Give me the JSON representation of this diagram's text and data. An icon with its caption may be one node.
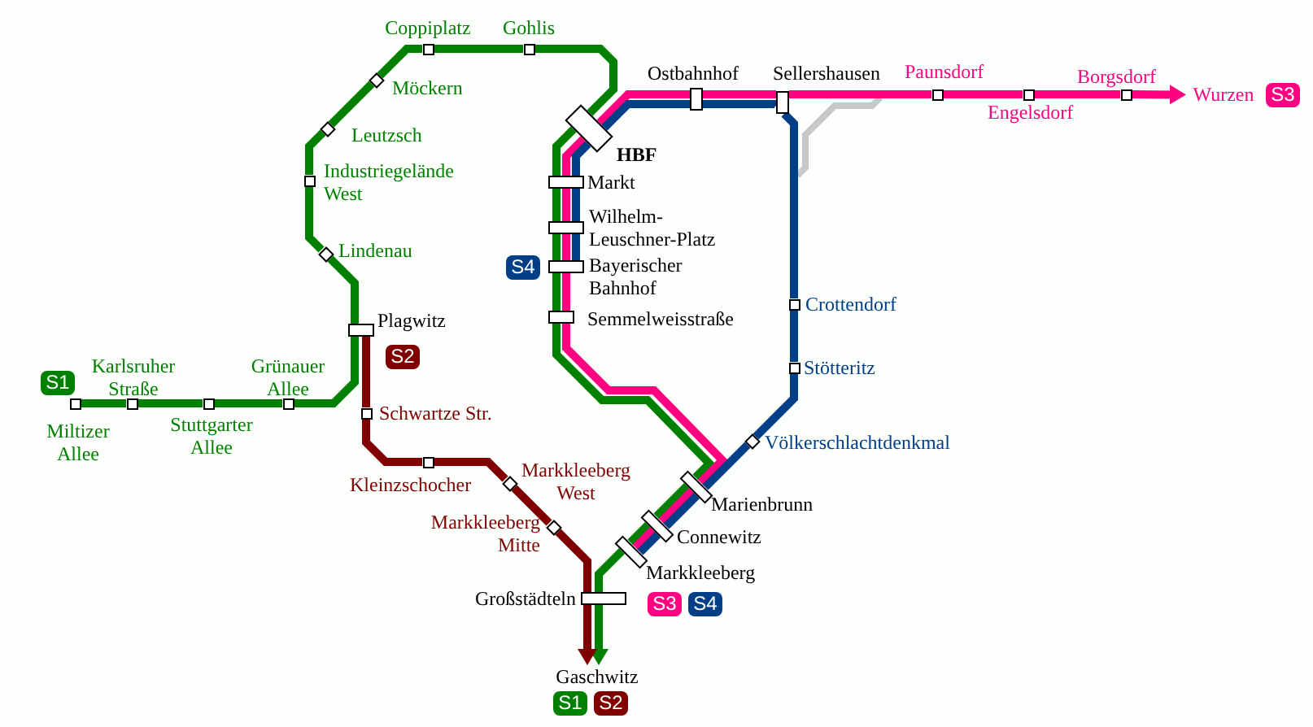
{
  "diagram": {
    "nodes": [
      {
        "text": [],
        "shape": "box",
        "beside": [
          "Coppiplatz"
        ]
      },
      {
        "text": [],
        "shape": "box",
        "beside": [
          "Gohlis"
        ]
      },
      {
        "text": [],
        "shape": "box",
        "beside": [
          "Möckern"
        ]
      },
      {
        "text": [],
        "shape": "box",
        "beside": [
          "Leutzsch"
        ]
      },
      {
        "text": [],
        "shape": "box",
        "beside": [
          "Industriegelände West"
        ]
      },
      {
        "text": [],
        "shape": "box",
        "beside": [
          "Lindenau"
        ]
      },
      {
        "text": [],
        "shape": "box",
        "beside": [
          "Plagwitz"
        ]
      },
      {
        "text": [
          "S2"
        ]
      },
      {
        "text": [],
        "shape": "box",
        "beside": [
          "Karlsruher Straße"
        ]
      },
      {
        "text": [],
        "shape": "box",
        "beside": [
          "Miltizer Allee"
        ]
      },
      {
        "text": [
          "S1"
        ]
      },
      {
        "text": [],
        "shape": "box",
        "beside": [
          "Stuttgarter Allee"
        ]
      },
      {
        "text": [],
        "shape": "box",
        "beside": [
          "Grünauer Allee"
        ]
      },
      {
        "text": [],
        "shape": "box",
        "beside": [
          "Schwartze Str."
        ]
      },
      {
        "text": [],
        "shape": "box",
        "beside": [
          "Kleinzschocher"
        ]
      },
      {
        "text": [],
        "shape": "box",
        "beside": [
          "Markkleeberg West"
        ]
      },
      {
        "text": [],
        "shape": "box",
        "beside": [
          "Markkleeberg Mitte"
        ]
      },
      {
        "text": [],
        "shape": "box",
        "beside": [
          "Großstädteln"
        ]
      },
      {
        "text": [
          "Gaschwitz"
        ]
      },
      {
        "text": [
          "S1"
        ]
      },
      {
        "text": [
          "S2"
        ]
      },
      {
        "text": [],
        "shape": "box",
        "beside": [
          "HBF"
        ]
      },
      {
        "text": [],
        "shape": "box",
        "beside": [
          "Markt"
        ]
      },
      {
        "text": [],
        "shape": "box",
        "beside": [
          "Wilhelm-Leuschner-Platz"
        ]
      },
      {
        "text": [],
        "shape": "box",
        "beside": [
          "Bayerischer Bahnhof"
        ]
      },
      {
        "text": [
          "S4"
        ]
      },
      {
        "text": [],
        "shape": "box",
        "beside": [
          "Semmelweisstraße"
        ]
      },
      {
        "text": [],
        "shape": "box",
        "beside": [
          "Marienbrunn"
        ]
      },
      {
        "text": [],
        "shape": "box",
        "beside": [
          "Connewitz"
        ]
      },
      {
        "text": [],
        "shape": "box",
        "beside": [
          "Markkleeberg"
        ]
      },
      {
        "text": [
          "S3"
        ]
      },
      {
        "text": [
          "S4"
        ]
      },
      {
        "text": [],
        "shape": "box",
        "beside": [
          "Ostbahnhof"
        ]
      },
      {
        "text": [],
        "shape": "box",
        "beside": [
          "Sellershausen"
        ]
      },
      {
        "text": [],
        "shape": "box",
        "beside": [
          "Paunsdorf"
        ]
      },
      {
        "text": [],
        "shape": "box",
        "beside": [
          "Engelsdorf"
        ]
      },
      {
        "text": [],
        "shape": "box",
        "beside": [
          "Borgsdorf"
        ]
      },
      {
        "text": [
          "Wurzen"
        ]
      },
      {
        "text": [
          "S3"
        ]
      },
      {
        "text": [],
        "shape": "box",
        "beside": [
          "Crottendorf"
        ]
      },
      {
        "text": [],
        "shape": "box",
        "beside": [
          "Stötteritz"
        ]
      },
      {
        "text": [],
        "shape": "box",
        "beside": [
          "Völkerschlachtdenkmal"
        ]
      }
    ],
    "edges": [
      {
        "from": 9,
        "to": 8,
        "arrow": "none"
      },
      {
        "from": 8,
        "to": 11,
        "arrow": "none"
      },
      {
        "from": 11,
        "to": 12,
        "arrow": "none"
      },
      {
        "from": 12,
        "to": 6,
        "arrow": "none"
      },
      {
        "from": 6,
        "to": 5,
        "arrow": "none"
      },
      {
        "from": 5,
        "to": 4,
        "arrow": "none"
      },
      {
        "from": 4,
        "to": 3,
        "arrow": "none"
      },
      {
        "from": 3,
        "to": 2,
        "arrow": "none"
      },
      {
        "from": 2,
        "to": 0,
        "arrow": "none"
      },
      {
        "from": 0,
        "to": 1,
        "arrow": "none"
      },
      {
        "from": 1,
        "to": 21,
        "arrow": "none"
      },
      {
        "from": 21,
        "to": 22,
        "arrow": "none"
      },
      {
        "from": 22,
        "to": 23,
        "arrow": "none"
      },
      {
        "from": 23,
        "to": 24,
        "arrow": "none"
      },
      {
        "from": 24,
        "to": 26,
        "arrow": "none"
      },
      {
        "from": 26,
        "to": 27,
        "arrow": "none"
      },
      {
        "from": 27,
        "to": 28,
        "arrow": "none"
      },
      {
        "from": 28,
        "to": 29,
        "arrow": "none"
      },
      {
        "from": 29,
        "to": 17,
        "arrow": "none"
      },
      {
        "from": 17,
        "to": 18,
        "arrow": "to"
      },
      {
        "from": 21,
        "to": 22,
        "arrow": "none",
        "color": "#ff0080"
      },
      {
        "from": 22,
        "to": 23,
        "arrow": "none",
        "color": "#ff0080"
      },
      {
        "from": 23,
        "to": 24,
        "arrow": "none",
        "color": "#ff0080"
      },
      {
        "from": 24,
        "to": 26,
        "arrow": "none",
        "color": "#ff0080"
      },
      {
        "from": 26,
        "to": 27,
        "arrow": "none",
        "color": "#ff0080"
      },
      {
        "from": 27,
        "to": 28,
        "arrow": "none",
        "color": "#ff0080"
      },
      {
        "from": 28,
        "to": 29,
        "arrow": "none",
        "color": "#ff0080"
      },
      {
        "from": 21,
        "to": 32,
        "arrow": "none",
        "color": "#ff0080"
      },
      {
        "from": 32,
        "to": 33,
        "arrow": "none",
        "color": "#ff0080"
      },
      {
        "from": 33,
        "to": 34,
        "arrow": "none",
        "color": "#ff0080"
      },
      {
        "from": 34,
        "to": 35,
        "arrow": "none",
        "color": "#ff0080"
      },
      {
        "from": 35,
        "to": 36,
        "arrow": "none",
        "color": "#ff0080"
      },
      {
        "from": 36,
        "to": 37,
        "arrow": "to",
        "color": "#ff0080"
      },
      {
        "from": 21,
        "to": 22,
        "arrow": "none",
        "color": "#003f87"
      },
      {
        "from": 22,
        "to": 23,
        "arrow": "none",
        "color": "#003f87"
      },
      {
        "from": 23,
        "to": 24,
        "arrow": "none",
        "color": "#003f87"
      },
      {
        "from": 21,
        "to": 32,
        "arrow": "none",
        "color": "#003f87"
      },
      {
        "from": 32,
        "to": 33,
        "arrow": "none",
        "color": "#003f87"
      },
      {
        "from": 33,
        "to": 39,
        "arrow": "none",
        "color": "#003f87"
      },
      {
        "from": 39,
        "to": 40,
        "arrow": "none",
        "color": "#003f87"
      },
      {
        "from": 40,
        "to": 41,
        "arrow": "none",
        "color": "#003f87"
      },
      {
        "from": 41,
        "to": 27,
        "arrow": "none",
        "color": "#003f87"
      },
      {
        "from": 27,
        "to": 28,
        "arrow": "none",
        "color": "#003f87"
      },
      {
        "from": 28,
        "to": 29,
        "arrow": "none",
        "color": "#003f87"
      },
      {
        "from": 6,
        "to": 13,
        "arrow": "none",
        "color": "#800000"
      },
      {
        "from": 13,
        "to": 14,
        "arrow": "none",
        "color": "#800000"
      },
      {
        "from": 14,
        "to": 15,
        "arrow": "none",
        "color": "#800000"
      },
      {
        "from": 15,
        "to": 16,
        "arrow": "none",
        "color": "#800000"
      },
      {
        "from": 16,
        "to": 17,
        "arrow": "none",
        "color": "#800000"
      },
      {
        "from": 17,
        "to": 18,
        "arrow": "to",
        "color": "#800000"
      }
    ]
  }
}
